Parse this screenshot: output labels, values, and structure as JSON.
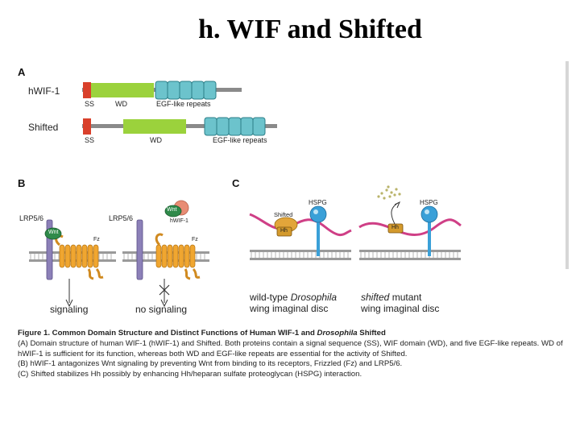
{
  "slide": {
    "title": "h. WIF and Shifted"
  },
  "panel_a": {
    "letter": "A",
    "rows": [
      {
        "name": "hWIF-1",
        "ss": "SS",
        "wd": "WD",
        "egf": "EGF-like repeats"
      },
      {
        "name": "Shifted",
        "ss": "SS",
        "wd": "WD",
        "egf": "EGF-like repeats"
      }
    ]
  },
  "panel_b": {
    "letter": "B",
    "left": {
      "receptor": "LRP5/6",
      "ligand": "Wnt",
      "fz": "Fz",
      "outcome": "signaling"
    },
    "right": {
      "receptor": "LRP5/6",
      "ligand": "Wnt",
      "inhibitor": "hWIF-1",
      "fz": "Fz",
      "outcome": "no signaling"
    }
  },
  "panel_c": {
    "letter": "C",
    "left": {
      "protein": "Shifted",
      "ligand": "Hh",
      "hspg": "HSPG",
      "line1": "wild-type ",
      "line1_italic": "Drosophila",
      "line2": "wing imaginal disc"
    },
    "right": {
      "ligand": "Hh",
      "hspg": "HSPG",
      "line1_italic": "shifted",
      "line1": " mutant",
      "line2": "wing imaginal disc"
    }
  },
  "caption": {
    "title_prefix": "Figure 1.  Common Domain Structure and Distinct Functions of Human WIF-1 and ",
    "title_italic": "Drosophila",
    "title_suffix": " Shifted",
    "a": "(A) Domain structure of human WIF-1 (hWIF-1) and Shifted. Both proteins contain a signal sequence (SS), WIF domain (WD), and five EGF-like repeats. WD of hWIF-1 is sufficient for its function, whereas both WD and EGF-like repeats are essential for the activity of Shifted.",
    "b": "(B) hWIF-1 antagonizes Wnt signaling by preventing Wnt from binding to its receptors, Frizzled (Fz) and LRP5/6.",
    "c": "(C) Shifted stabilizes Hh possibly by enhancing Hh/heparan sulfate proteoglycan (HSPG) interaction."
  },
  "colors": {
    "ss": "#d9402b",
    "wd": "#9bd23c",
    "egf": "#6cc3cc",
    "backbone": "#8a8a8a",
    "membrane": "#9a9a9a",
    "lrp": "#8c80b8",
    "fz": "#f0a630",
    "wnt": "#2f8a4a",
    "wif": "#e88c74",
    "hspg": "#3aa0d8",
    "matrix": "#cf3f86",
    "hh": "#d49a2c"
  }
}
